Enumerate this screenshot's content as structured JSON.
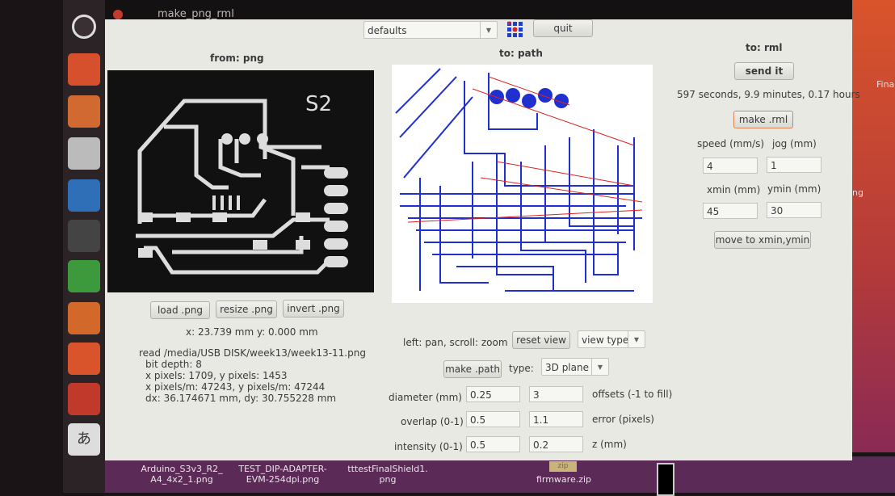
{
  "window": {
    "title": "make_png_rml"
  },
  "toolbar": {
    "preset": "defaults",
    "quit_label": "quit"
  },
  "from_png": {
    "header": "from: png",
    "pcb_label": "S2",
    "load_label": "load .png",
    "resize_label": "resize .png",
    "invert_label": "invert .png",
    "coords": "x: 23.739 mm  y: 0.000 mm",
    "info": [
      "read /media/USB DISK/week13/week13-11.png",
      "bit depth: 8",
      "x pixels: 1709, y pixels: 1453",
      "x pixels/m: 47243, y pixels/m: 47244",
      "dx: 36.174671 mm, dy: 30.755228 mm"
    ]
  },
  "to_path": {
    "header": "to: path",
    "hint": "left: pan, scroll: zoom",
    "reset_label": "reset view",
    "view_type": "view type",
    "make_path_label": "make .path",
    "type_label": "type:",
    "type_value": "3D plane",
    "diameter_label": "diameter (mm)",
    "diameter": "0.25",
    "offsets": "3",
    "offsets_label": "offsets (-1 to fill)",
    "overlap_label": "overlap (0-1)",
    "overlap": "0.5",
    "error": "1.1",
    "error_label": "error (pixels)",
    "intensity_label": "intensity (0-1)",
    "intensity": "0.5",
    "z": "0.2",
    "z_label": "z (mm)"
  },
  "to_rml": {
    "header": "to: rml",
    "send_label": "send it",
    "estimate": "597 seconds, 9.9 minutes, 0.17 hours",
    "make_rml_label": "make .rml",
    "speed_label": "speed (mm/s)",
    "jog_label": "jog (mm)",
    "speed": "4",
    "jog": "1",
    "xmin_label": "xmin (mm)",
    "ymin_label": "ymin (mm)",
    "xmin": "45",
    "ymin": "30",
    "move_label": "move to xmin,ymin"
  },
  "desktop": {
    "files": [
      "Arduino_S3v3_R2_ A4_4x2_1.png",
      "TEST_DIP-ADAPTER- EVM-254dpi.png",
      "tttestFinalShield1. png",
      "firmware.zip"
    ],
    "zip_badge": "zip",
    "right_label": "Final",
    "right_label2": "ng"
  }
}
